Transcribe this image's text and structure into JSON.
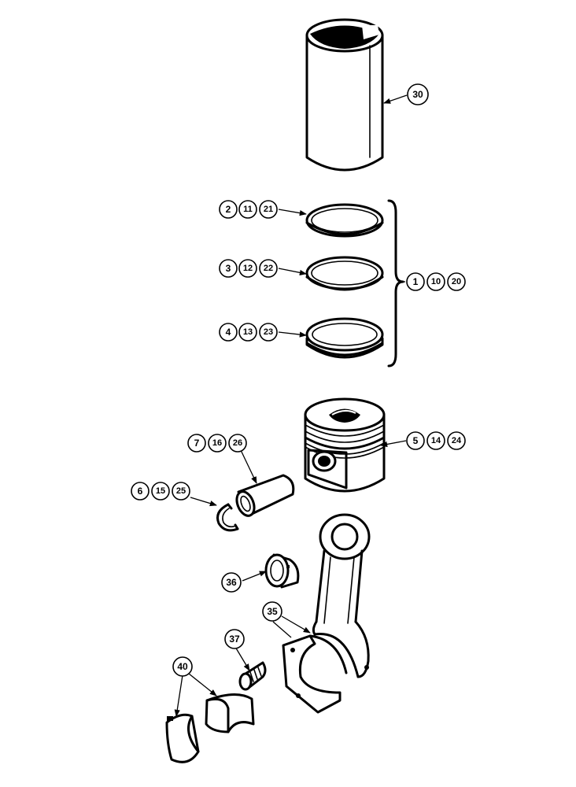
{
  "callouts": {
    "liner": [
      "30"
    ],
    "ring_set": [
      "1",
      "10",
      "20"
    ],
    "top_ring": [
      "2",
      "11",
      "21"
    ],
    "second_ring": [
      "3",
      "12",
      "22"
    ],
    "oil_ring": [
      "4",
      "13",
      "23"
    ],
    "piston": [
      "5",
      "14",
      "24"
    ],
    "pin": [
      "7",
      "16",
      "26"
    ],
    "snap_ring": [
      "6",
      "15",
      "25"
    ],
    "bushing": [
      "36"
    ],
    "connecting_rod": [
      "35"
    ],
    "rod_bolt": [
      "37"
    ],
    "bearing_shells": [
      "40"
    ]
  }
}
